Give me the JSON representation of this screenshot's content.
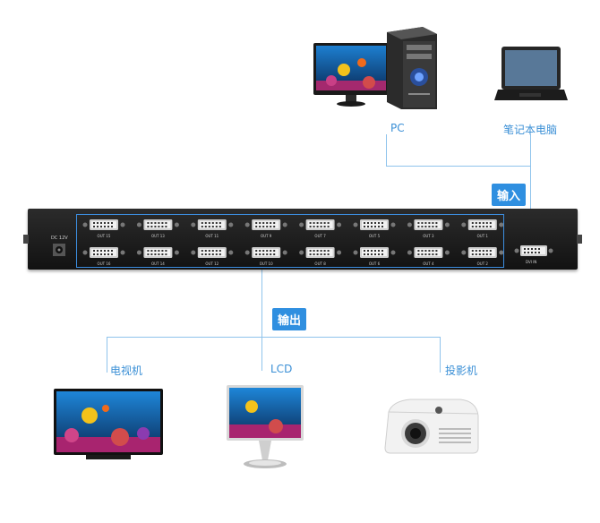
{
  "inputs": {
    "pc_label": "PC",
    "laptop_label": "笔记本电脑",
    "tag": "输入"
  },
  "outputs": {
    "tv_label": "电视机",
    "lcd_label": "LCD",
    "projector_label": "投影机",
    "tag": "输出"
  },
  "device": {
    "power_label": "DC 12V",
    "input_port_label": "DVI IN",
    "top_row_ports": [
      "OUT 15",
      "OUT 13",
      "OUT 11",
      "OUT 9",
      "OUT 7",
      "OUT 5",
      "OUT 3",
      "OUT 1"
    ],
    "bottom_row_ports": [
      "OUT 16",
      "OUT 14",
      "OUT 12",
      "OUT 10",
      "OUT 8",
      "OUT 6",
      "OUT 4",
      "OUT 2"
    ]
  },
  "colors": {
    "line": "#8fc3ec",
    "label": "#3a8fd6",
    "tag_bg": "#2f8fe0",
    "chassis": "#222222"
  }
}
